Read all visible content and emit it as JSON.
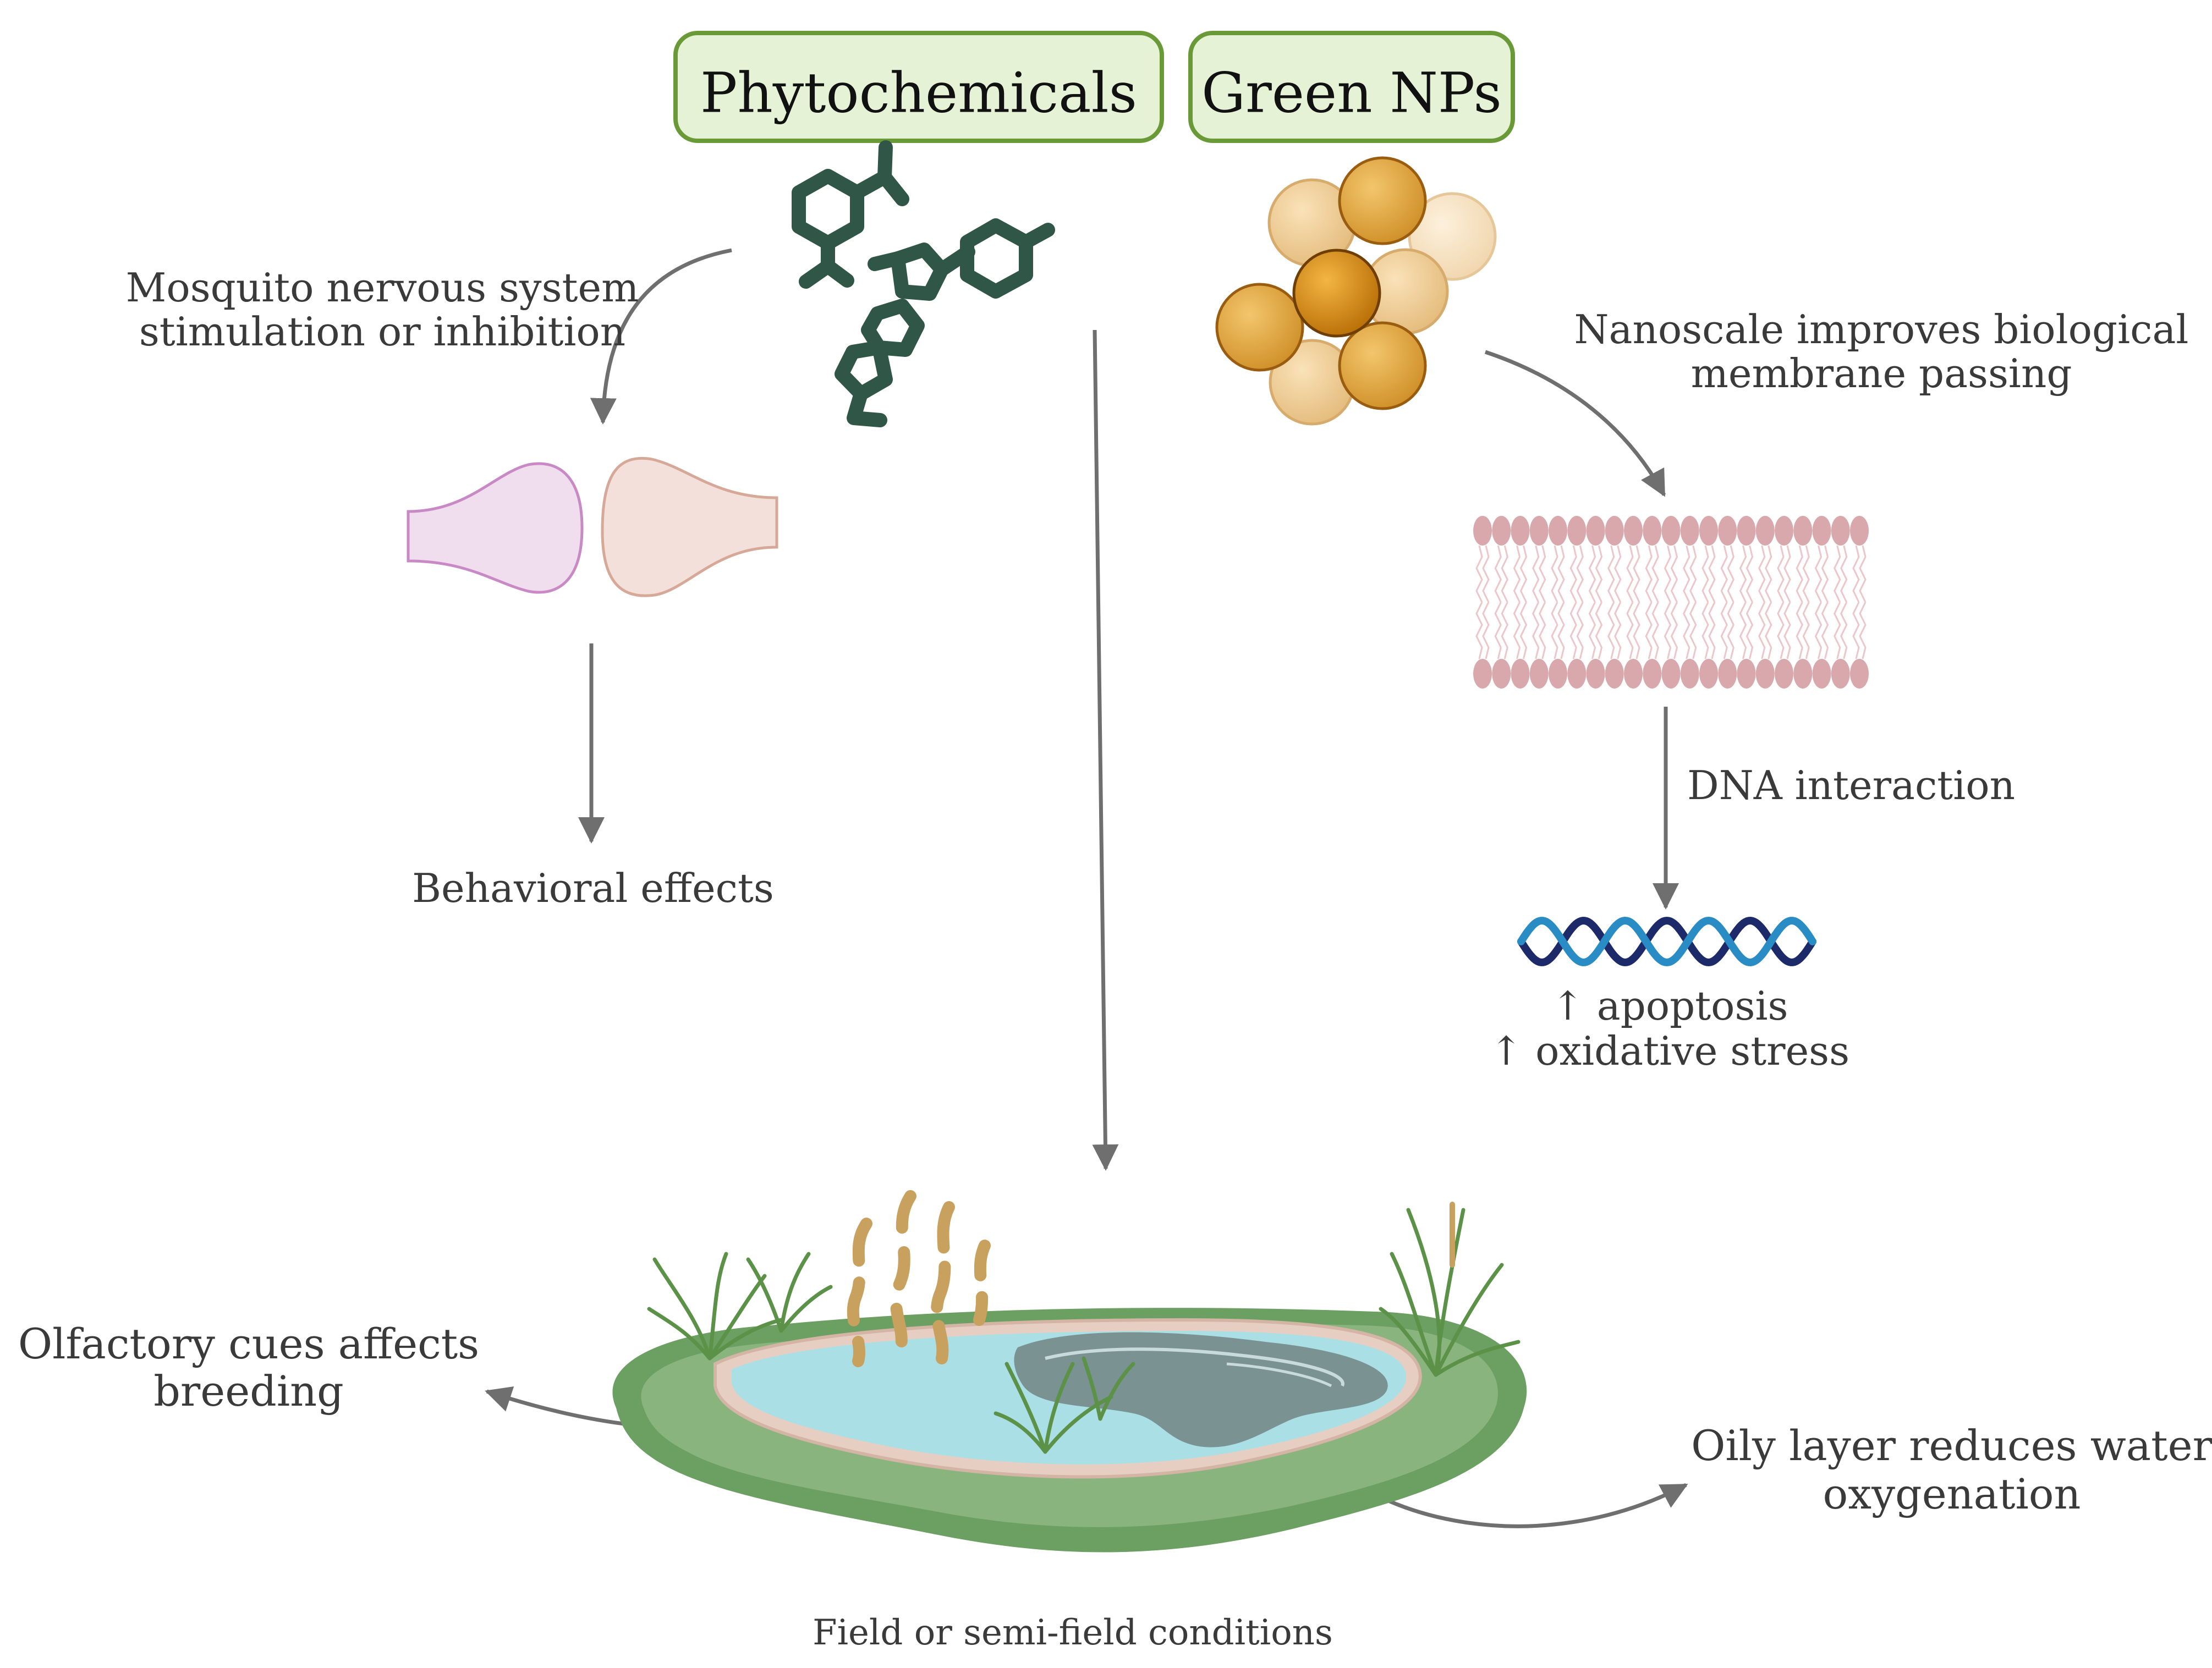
{
  "boxes": {
    "phytochemicals": "Phytochemicals",
    "green_nps": "Green NPs"
  },
  "labels": {
    "nervous_line1": "Mosquito nervous system",
    "nervous_line2": "stimulation or inhibition",
    "behavioral": "Behavioral effects",
    "nano_line1": "Nanoscale improves biological",
    "nano_line2": "membrane passing",
    "dna": "DNA interaction",
    "apoptosis": "↑ apoptosis",
    "oxidative": "↑ oxidative stress",
    "olfactory_line1": "Olfactory cues affects",
    "olfactory_line2": "breeding",
    "oily_line1": "Oily layer reduces water",
    "oily_line2": "oxygenation",
    "field": "Field or semi-field conditions"
  },
  "colors": {
    "box_fill": "#e6f2d6",
    "box_border": "#6a9a38",
    "molecule": "#2f5646",
    "arrow": "#6f6f6f",
    "np_dark": "#d4880a",
    "np_mid": "#e3a840",
    "np_light": "#f0cf96",
    "membrane_head": "#d8a8ac",
    "dna_a": "#1c2a6a",
    "dna_b": "#2a8cc4",
    "pond_water": "#abdfe6",
    "pond_grass": "#6c9f62",
    "oil": "#7a9392"
  },
  "icons": [
    "molecule-icon",
    "nanoparticle-cluster-icon",
    "synapse-icon",
    "lipid-bilayer-icon",
    "dna-helix-icon",
    "pond-icon",
    "odor-waves-icon",
    "grass-icon"
  ]
}
